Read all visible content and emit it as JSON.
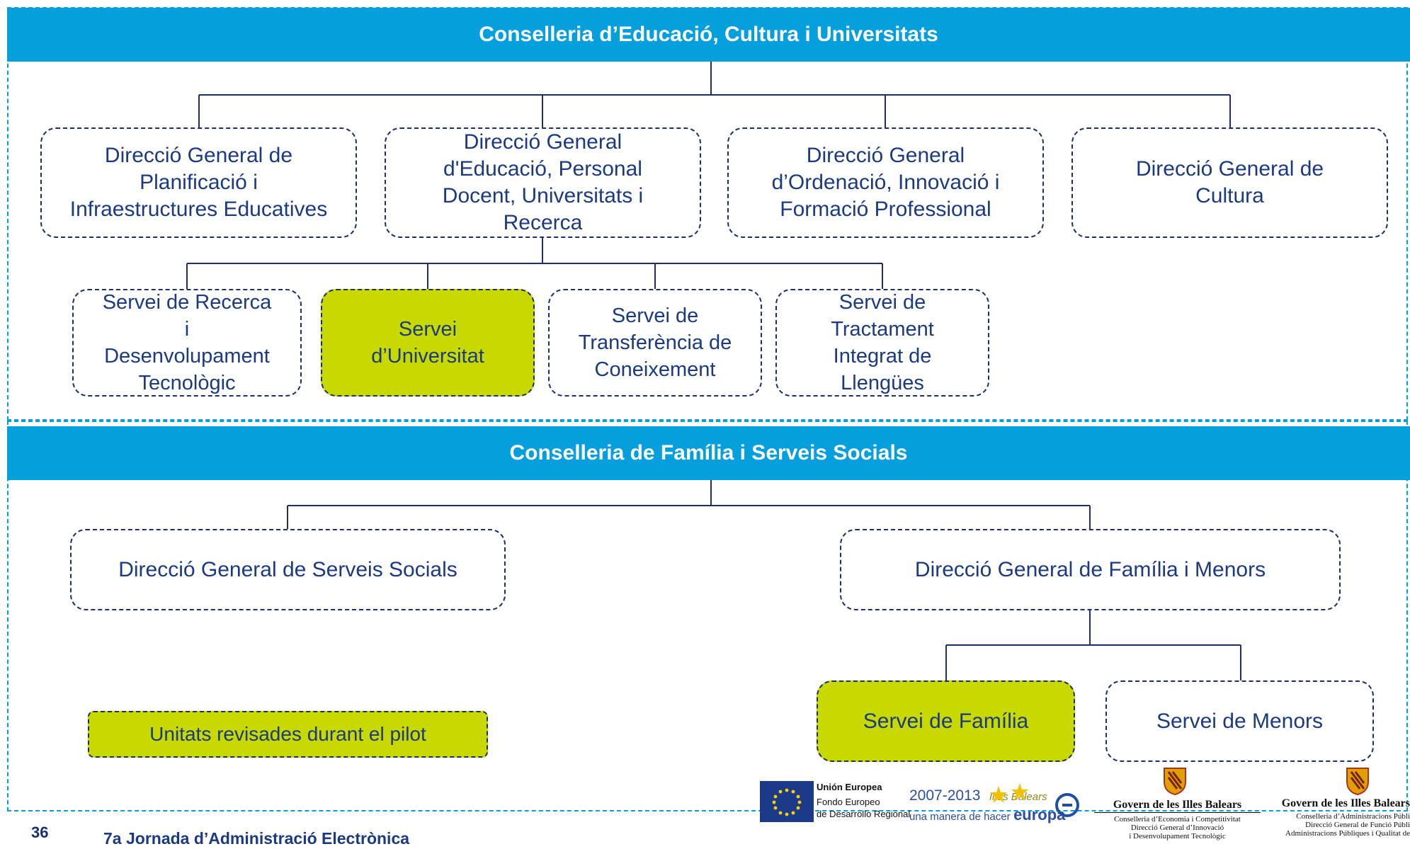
{
  "section1": {
    "title": "Conselleria d’Educació, Cultura i Universitats",
    "directorates": [
      {
        "lines": [
          "Direcció General de",
          "Planificació i",
          "Infraestructures Educatives"
        ]
      },
      {
        "lines": [
          "Direcció General",
          "d'Educació, Personal",
          "Docent, Universitats i",
          "Recerca"
        ]
      },
      {
        "lines": [
          "Direcció General",
          "d’Ordenació, Innovació i",
          "Formació Professional"
        ]
      },
      {
        "lines": [
          "Direcció General de",
          "Cultura"
        ]
      }
    ],
    "services": [
      {
        "lines": [
          "Servei de Recerca",
          "i",
          "Desenvolupament",
          "Tecnològic"
        ],
        "highlighted": false
      },
      {
        "lines": [
          "Servei",
          "d’Universitat"
        ],
        "highlighted": true
      },
      {
        "lines": [
          "Servei de",
          "Transferència de",
          "Coneixement"
        ],
        "highlighted": false
      },
      {
        "lines": [
          "Servei de",
          "Tractament",
          "Integrat de",
          "Llengües"
        ],
        "highlighted": false
      }
    ]
  },
  "section2": {
    "title": "Conselleria de Família i Serveis Socials",
    "directorates": [
      {
        "lines": [
          "Direcció General de Serveis Socials"
        ]
      },
      {
        "lines": [
          "Direcció General de Família i Menors"
        ]
      }
    ],
    "services": [
      {
        "lines": [
          "Servei de Família"
        ],
        "highlighted": true
      },
      {
        "lines": [
          "Servei de Menors"
        ],
        "highlighted": false
      }
    ]
  },
  "legend": {
    "label": "Unitats revisades durant el pilot"
  },
  "footer": {
    "page_number": "36",
    "event": "7a Jornada d’Administració Electrònica",
    "eu_logo": {
      "line1": "Unión Europea",
      "line2": "Fondo Europeo",
      "line3": "de Desarrollo Regional"
    },
    "program_logo": {
      "years": "2007-2013",
      "region": "Illes Balears",
      "slogan": "una manera de hacer",
      "brand": "europa"
    },
    "govern1": {
      "name": "Govern de les Illes Balears",
      "line1": "Conselleria d’Economia i Competitivitat",
      "line2": "Direcció General d’Innovació",
      "line3": "i Desenvolupament Tecnològic"
    },
    "govern2": {
      "name": "Govern de les Illes Balears",
      "line1": "Conselleria d’Administracions Públi",
      "line2": "Direcció General de Funció Públi",
      "line3": "Administracions Públiques i Qualitat de"
    }
  },
  "colors": {
    "band": "#049fdc",
    "highlight": "#c8d900",
    "text": "#1b3a82",
    "border": "#1b2f6b"
  }
}
